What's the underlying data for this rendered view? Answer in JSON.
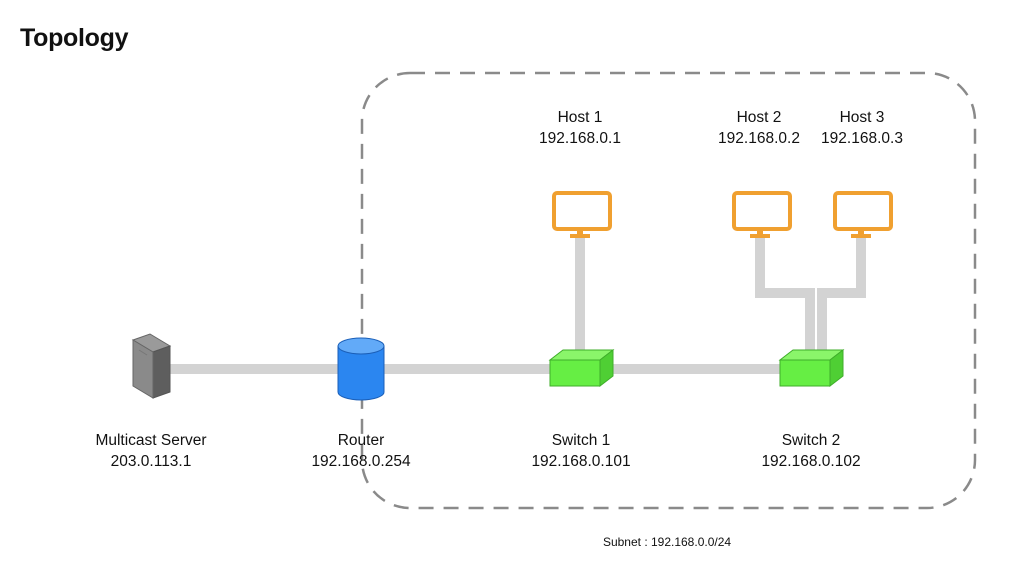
{
  "title": "Topology",
  "subnet_label": "Subnet : 192.168.0.0/24",
  "colors": {
    "link": "#d3d3d3",
    "host": "#f0a030",
    "switch": "#66ee44",
    "router": "#2b86f0",
    "server": "#7a7a7a",
    "subnet_border": "#8a8a8a"
  },
  "nodes": {
    "server": {
      "name": "Multicast Server",
      "ip": "203.0.113.1",
      "icon": "server-icon"
    },
    "router": {
      "name": "Router",
      "ip": "192.168.0.254",
      "icon": "router-icon"
    },
    "switch1": {
      "name": "Switch 1",
      "ip": "192.168.0.101",
      "icon": "switch-icon"
    },
    "switch2": {
      "name": "Switch 2",
      "ip": "192.168.0.102",
      "icon": "switch-icon"
    },
    "host1": {
      "name": "Host 1",
      "ip": "192.168.0.1",
      "icon": "monitor-icon"
    },
    "host2": {
      "name": "Host 2",
      "ip": "192.168.0.2",
      "icon": "monitor-icon"
    },
    "host3": {
      "name": "Host 3",
      "ip": "192.168.0.3",
      "icon": "monitor-icon"
    }
  },
  "links": [
    [
      "server",
      "router"
    ],
    [
      "router",
      "switch1"
    ],
    [
      "switch1",
      "switch2"
    ],
    [
      "switch1",
      "host1"
    ],
    [
      "switch2",
      "host2"
    ],
    [
      "switch2",
      "host3"
    ]
  ]
}
